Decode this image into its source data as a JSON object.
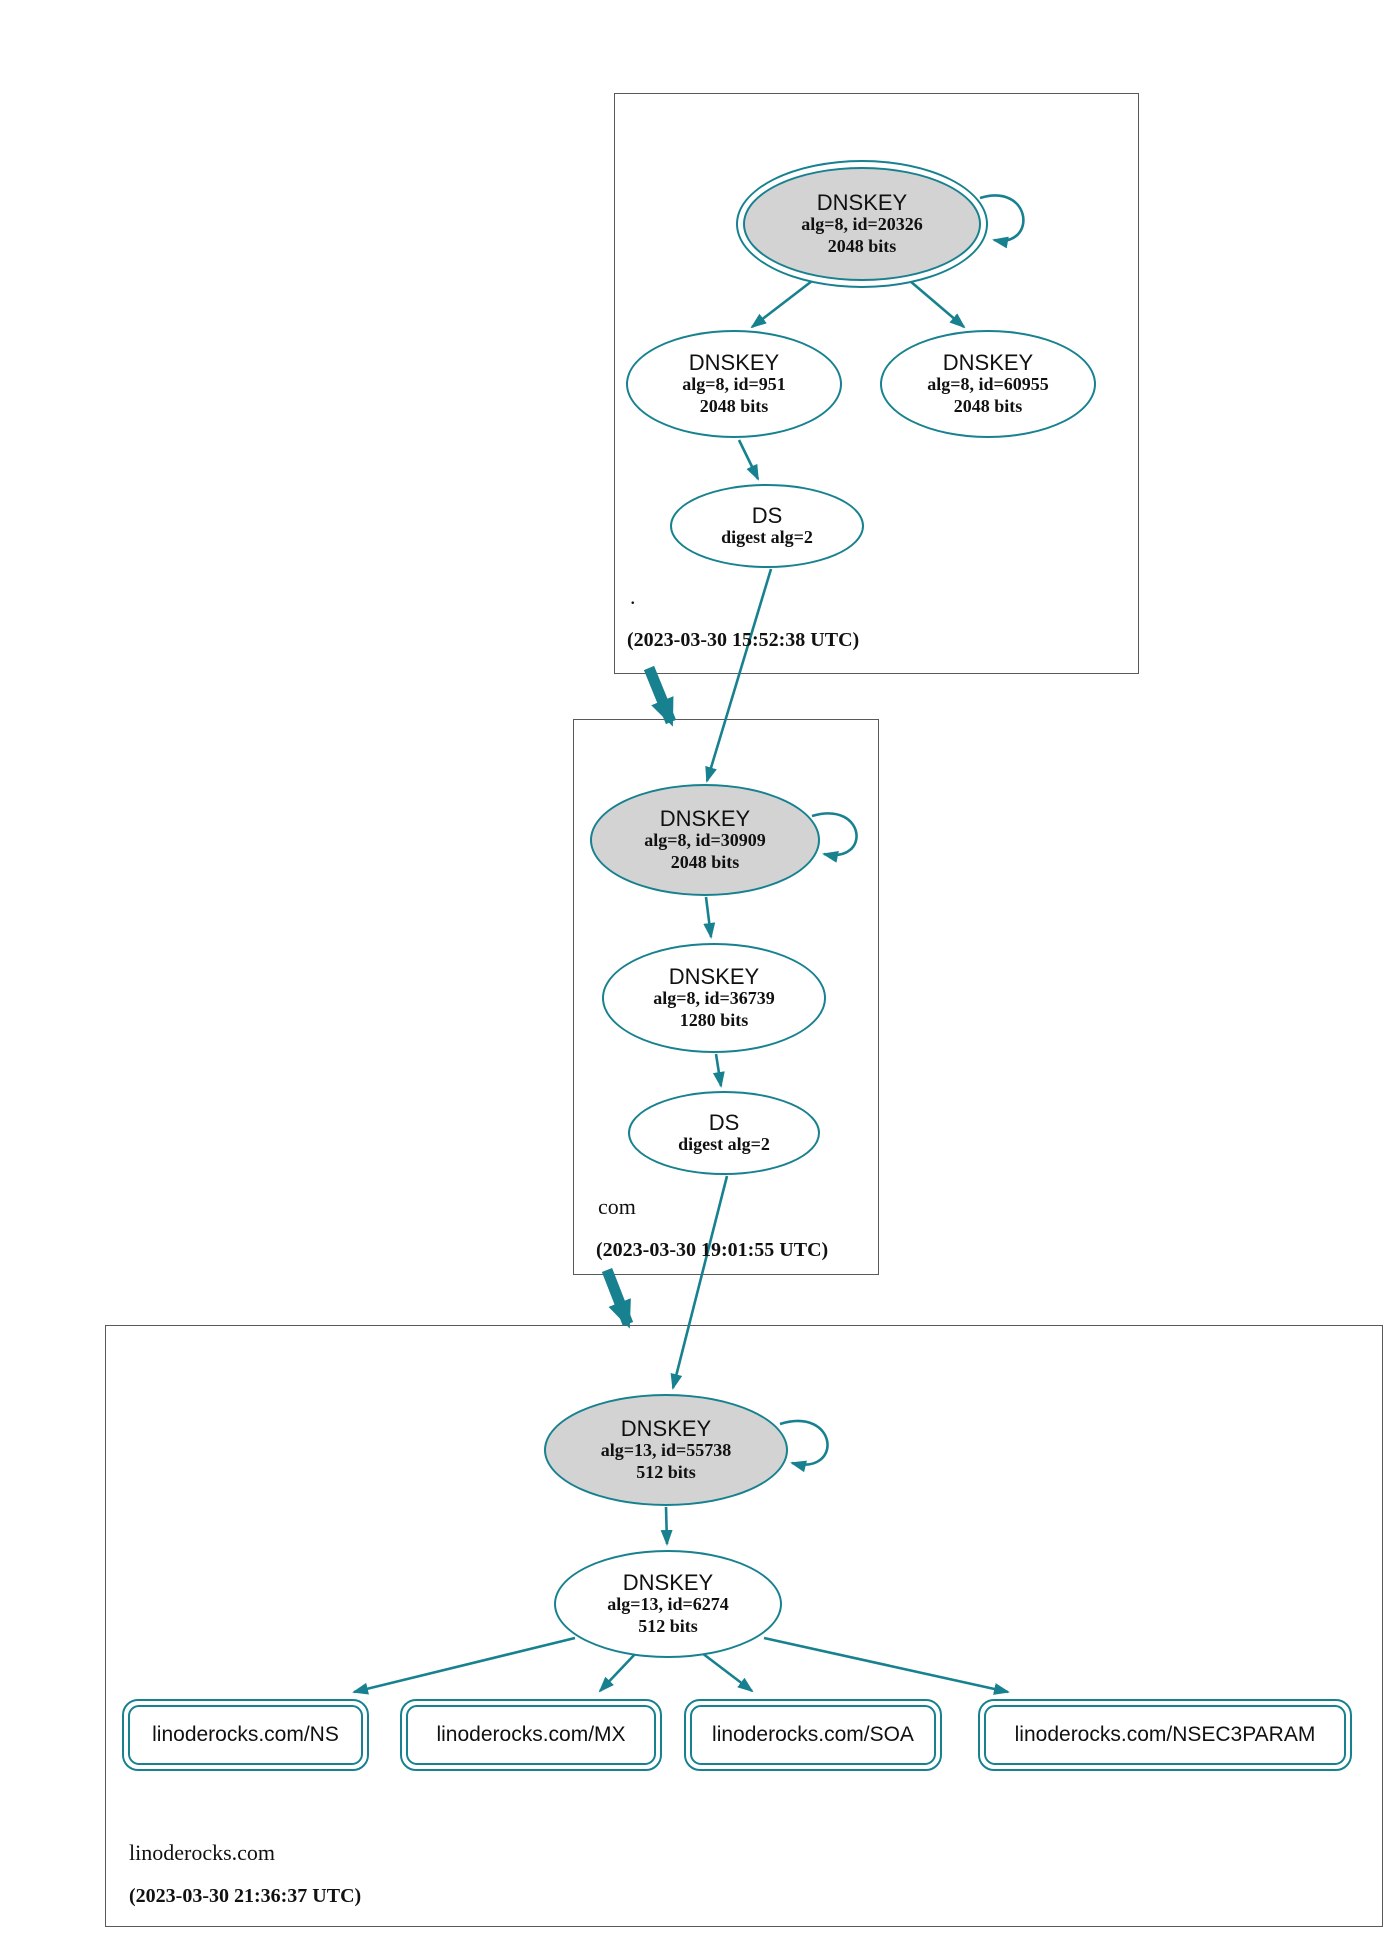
{
  "diagram": {
    "type": "dnssec-authentication-chain",
    "colors": {
      "accent": "#17818f",
      "node_fill": "#d3d3d3",
      "zone_border": "#595959",
      "background": "#ffffff",
      "text": "#111111"
    },
    "zones": [
      {
        "name": ".",
        "timestamp": "(2023-03-30 15:52:38 UTC)",
        "ksk": {
          "title": "DNSKEY",
          "line1": "alg=8, id=20326",
          "line2": "2048 bits"
        },
        "zsk_left": {
          "title": "DNSKEY",
          "line1": "alg=8, id=951",
          "line2": "2048 bits"
        },
        "zsk_right": {
          "title": "DNSKEY",
          "line1": "alg=8, id=60955",
          "line2": "2048 bits"
        },
        "ds": {
          "title": "DS",
          "line1": "digest alg=2"
        }
      },
      {
        "name": "com",
        "timestamp": "(2023-03-30 19:01:55 UTC)",
        "ksk": {
          "title": "DNSKEY",
          "line1": "alg=8, id=30909",
          "line2": "2048 bits"
        },
        "zsk": {
          "title": "DNSKEY",
          "line1": "alg=8, id=36739",
          "line2": "1280 bits"
        },
        "ds": {
          "title": "DS",
          "line1": "digest alg=2"
        }
      },
      {
        "name": "linoderocks.com",
        "timestamp": "(2023-03-30 21:36:37 UTC)",
        "ksk": {
          "title": "DNSKEY",
          "line1": "alg=13, id=55738",
          "line2": "512 bits"
        },
        "zsk": {
          "title": "DNSKEY",
          "line1": "alg=13, id=6274",
          "line2": "512 bits"
        },
        "rrsets": [
          {
            "label": "linoderocks.com/NS"
          },
          {
            "label": "linoderocks.com/MX"
          },
          {
            "label": "linoderocks.com/SOA"
          },
          {
            "label": "linoderocks.com/NSEC3PARAM"
          }
        ]
      }
    ]
  }
}
